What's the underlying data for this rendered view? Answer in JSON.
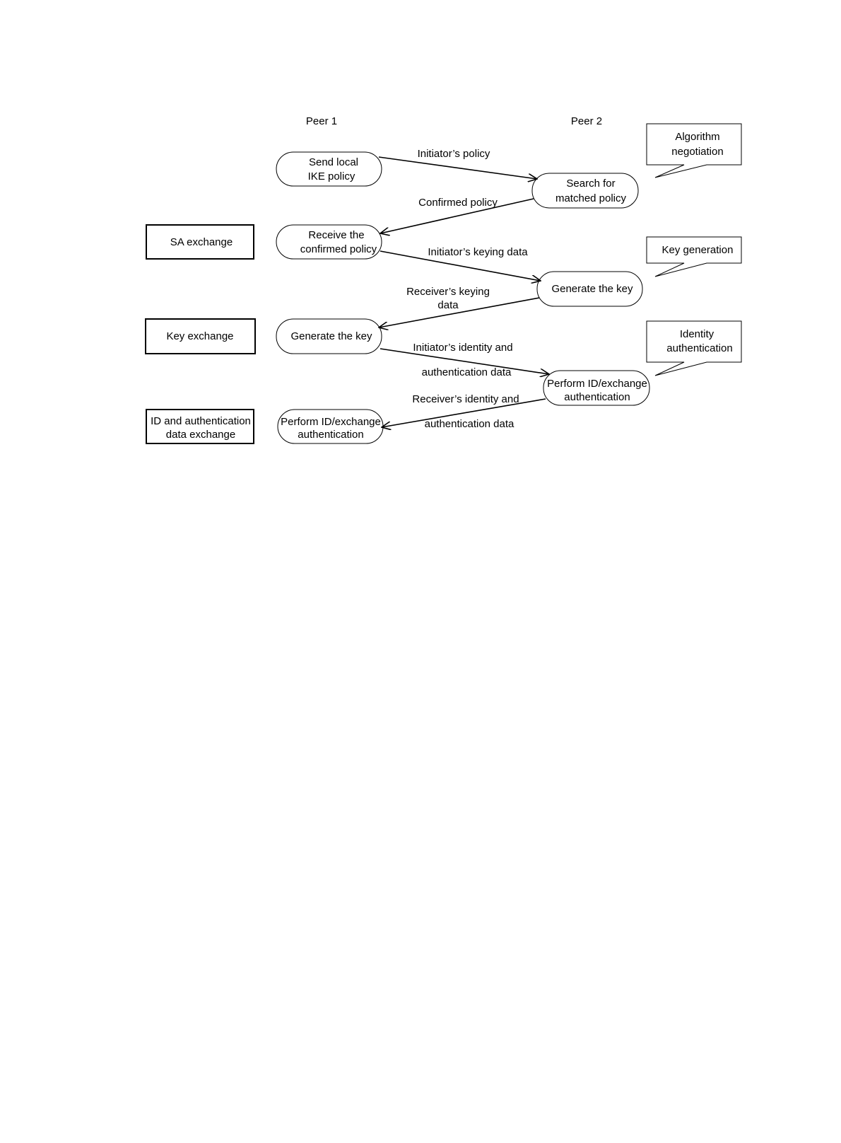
{
  "peers": {
    "peer1": "Peer 1",
    "peer2": "Peer 2"
  },
  "phases": {
    "sa_exchange": "SA  exchange",
    "key_exchange": "Key exchange",
    "id_exchange_line1": "ID and authentication",
    "id_exchange_line2": "data exchange"
  },
  "peer1_steps": {
    "send_policy_line1": "Send local",
    "send_policy_line2": "IKE policy",
    "receive_confirmed_line1": "Receive the",
    "receive_confirmed_line2": "confirmed policy",
    "generate_key": "Generate the key",
    "perform_id_line1": "Perform ID/exchange",
    "perform_id_line2": "authentication"
  },
  "peer2_steps": {
    "search_policy_line1": "Search for",
    "search_policy_line2": "matched policy",
    "generate_key": "Generate the key",
    "perform_id_line1": "Perform ID/exchange",
    "perform_id_line2": "authentication"
  },
  "messages": {
    "initiator_policy": "Initiator’s policy",
    "confirmed_policy": "Confirmed policy",
    "initiator_keying": "Initiator’s keying data",
    "receiver_keying_line1": "Receiver’s keying",
    "receiver_keying_line2": "data",
    "initiator_identity_line1": "Initiator’s identity and",
    "initiator_identity_line2": "authentication data",
    "receiver_identity_line1": "Receiver’s identity and",
    "receiver_identity_line2": "authentication data"
  },
  "callouts": {
    "algorithm_line1": "Algorithm",
    "algorithm_line2": "negotiation",
    "key_generation": "Key generation",
    "identity_line1": "Identity",
    "identity_line2": "authentication"
  }
}
